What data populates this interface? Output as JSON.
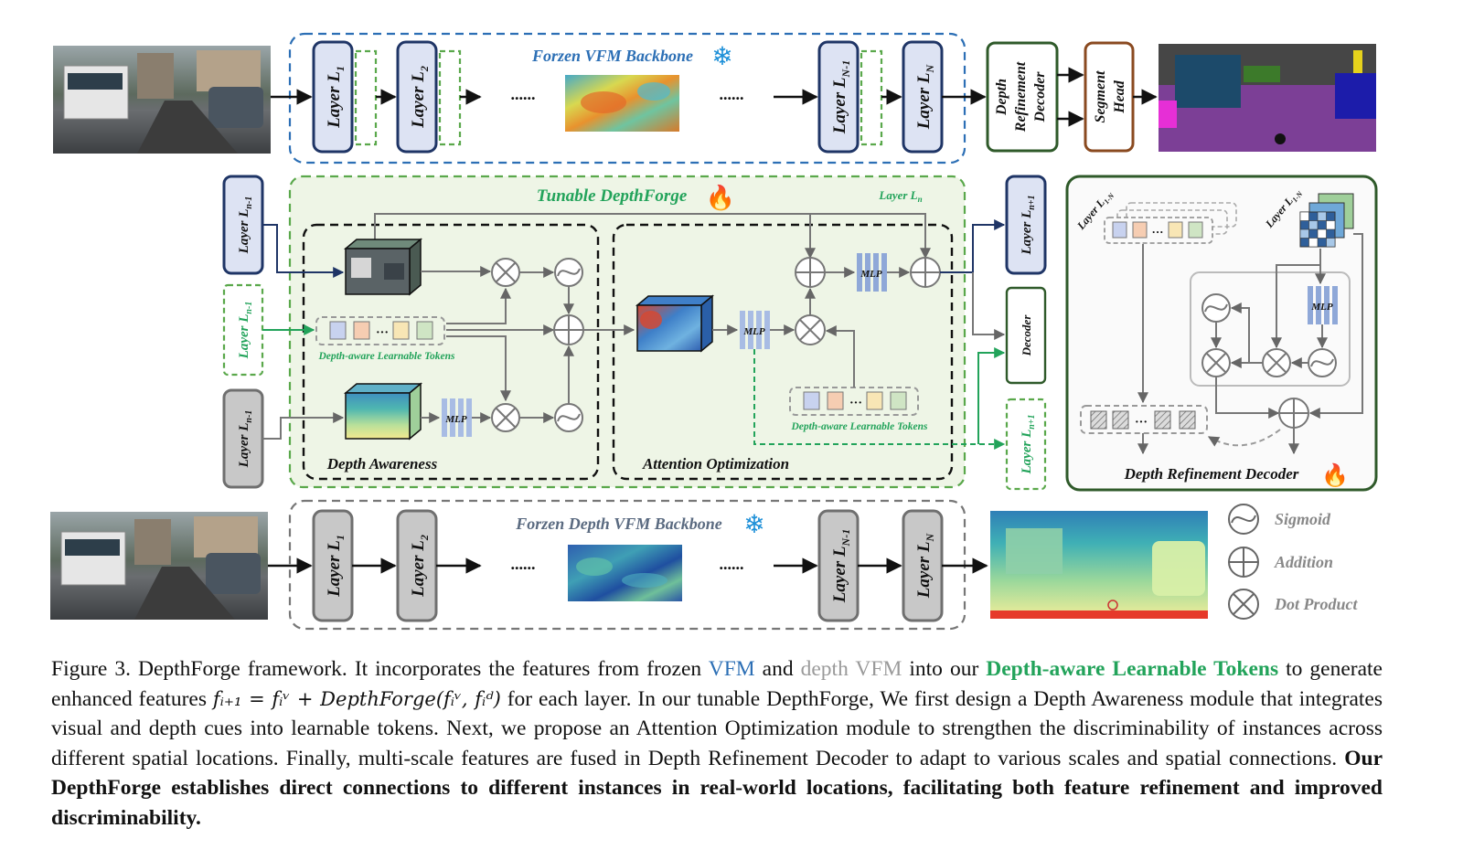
{
  "diagram": {
    "frozen_vfm_title": "Forzen VFM Backbone",
    "frozen_depth_title": "Forzen Depth VFM Backbone",
    "tunable_title": "Tunable DepthForge",
    "layers": {
      "l1": "Layer L",
      "l1_sub": "1",
      "l2": "Layer L",
      "l2_sub": "2",
      "lN1": "Layer L",
      "lN1_sub": "N-1",
      "lN": "Layer L",
      "lN_sub": "N",
      "ln_minus": "Layer L",
      "ln_minus_sub": "n-1",
      "ln_plus": "Layer L",
      "ln_plus_sub": "n+1",
      "ln_top": "Layer L",
      "ln_top_sub": "n",
      "l1N": "Layer L",
      "l1N_sub": "1-N"
    },
    "ellipsis": "......",
    "depth_refinement_decoder_line1": "Depth",
    "depth_refinement_decoder_line2": "Refinement",
    "depth_refinement_decoder_line3": "Decoder",
    "segment_head_line1": "Segment",
    "segment_head_line2": "Head",
    "decoder": "Decoder",
    "mlp": "MLP",
    "tokens_label": "Depth-aware Learnable Tokens",
    "depth_awareness": "Depth Awareness",
    "attention_optimization": "Attention Optimization",
    "drd_title": "Depth Refinement Decoder",
    "legend": {
      "sigmoid": "Sigmoid",
      "addition": "Addition",
      "dot_product": "Dot Product"
    }
  },
  "caption": {
    "p1": "Figure 3. DepthForge framework. It incorporates the features from frozen ",
    "vfm": "VFM",
    "p2": " and ",
    "depth_vfm": "depth VFM",
    "p3": " into our ",
    "tokens": "Depth-aware Learnable Tokens",
    "p4": " to generate enhanced features ",
    "formula": "fᵢ₊₁ = fᵢᵛ + DepthForge(fᵢᵛ, fᵢᵈ)",
    "p5": " for each layer.  In our tunable DepthForge, We first design a Depth Awareness module that integrates visual and depth cues into learnable tokens.  Next, we propose an Attention Optimization module to strengthen the discriminability of instances across different spatial locations. Finally, multi-scale features are fused in Depth Refinement Decoder to adapt to various scales and spatial connections. ",
    "bold": "Our DepthForge establishes direct connections to different instances in real-world locations, facilitating both feature refinement and improved discriminability."
  },
  "colors": {
    "vfm_blue": "#2c6fb5",
    "layer_fill_blue": "#dde3f3",
    "layer_stroke_blue": "#1f3566",
    "green": "#22a35a",
    "green_dash": "#5aa84b",
    "tunable_fill": "#eef5e6",
    "gray_layer_fill": "#c8c8c8",
    "gray_layer_stroke": "#6f6f6f",
    "decoder_green": "#2f5a2a",
    "segment_brown": "#8a4a20",
    "mlp_blue": "#8fa8d8"
  }
}
